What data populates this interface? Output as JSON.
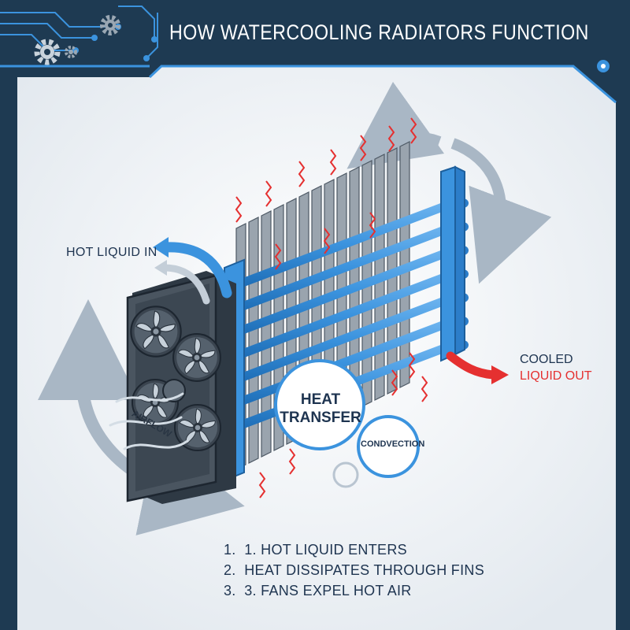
{
  "header": {
    "title": "HOW WATERCOOLING RADIATORS FUNCTION"
  },
  "labels": {
    "hot_liquid_in": "HOT LIQUID IN",
    "cooled_line1": "COOLED",
    "cooled_line2": "LIQUID OUT",
    "heat_transfer_line1": "HEAT",
    "heat_transfer_line2": "TRANSFER",
    "convection": "CONDVECTION",
    "airflow": "AIRFLOW"
  },
  "steps": [
    {
      "num": "1.",
      "text": "1. HOT LIQUID ENTERS"
    },
    {
      "num": "2.",
      "text": "HEAT DISSIPATES THROUGH FINS"
    },
    {
      "num": "3.",
      "text": "3. FANS EXPEL HOT AIR"
    }
  ],
  "colors": {
    "frame": "#1e3a52",
    "panel": "#eef2f6",
    "accent_blue": "#3b93de",
    "hot_red": "#e53030",
    "text_dark": "#1e3450",
    "fan_gray": "#4a5560"
  },
  "icons": [
    "gear-icon",
    "circuit-traces",
    "fan-icon",
    "heat-wave-icon",
    "circular-arrow-icon"
  ]
}
